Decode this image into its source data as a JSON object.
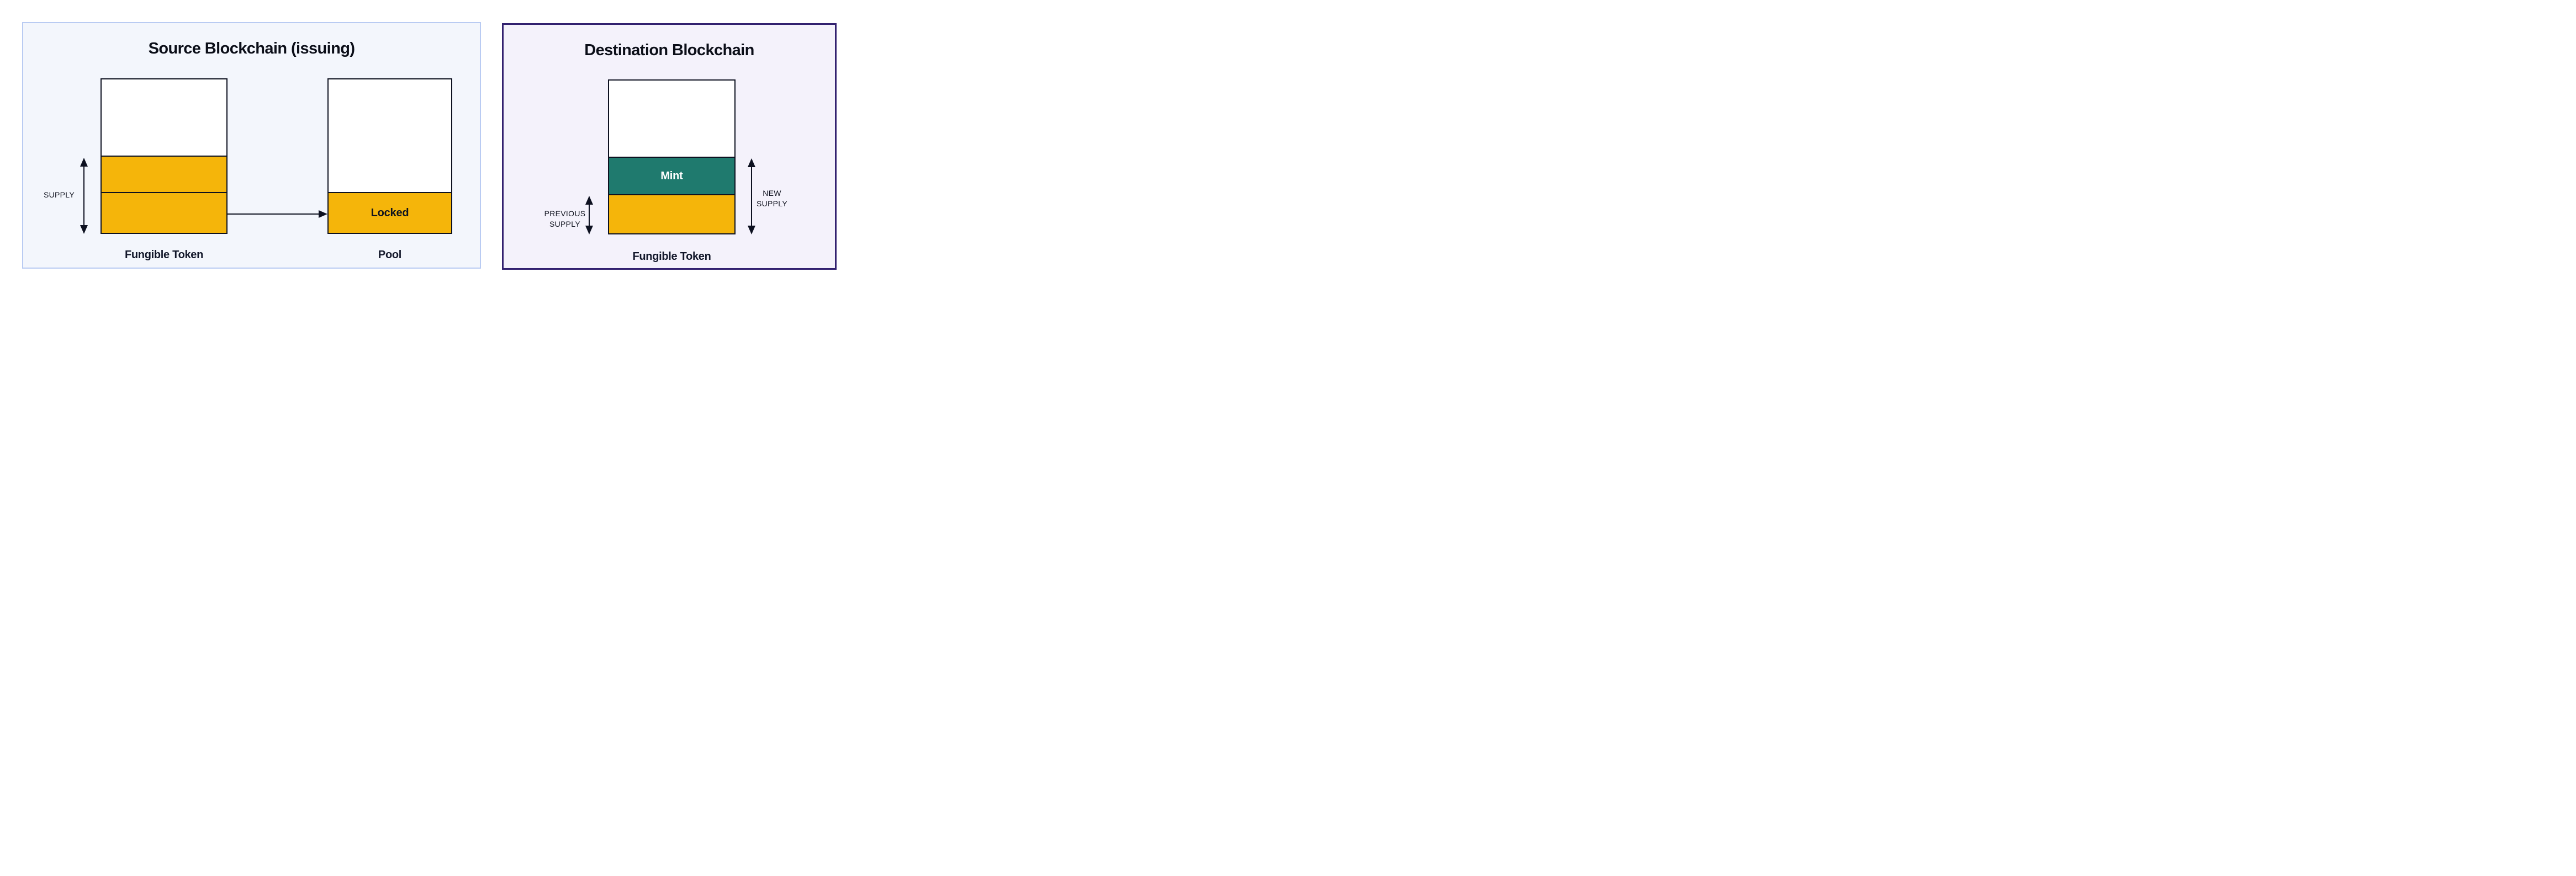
{
  "source_panel": {
    "title": "Source Blockchain (issuing)",
    "supply_label": "SUPPLY",
    "fungible_token_caption": "Fungible Token",
    "pool_caption": "Pool",
    "locked_label": "Locked"
  },
  "destination_panel": {
    "title": "Destination Blockchain",
    "previous_supply_label_lines": [
      "PREVIOUS",
      "SUPPLY"
    ],
    "new_supply_label_lines": [
      "NEW",
      "SUPPLY"
    ],
    "fungible_token_caption": "Fungible Token",
    "mint_label": "Mint"
  },
  "colors": {
    "token_yellow": "#F5B50A",
    "mint_teal": "#1F7A6E",
    "ink": "#0D1120",
    "source_panel_bg": "#F3F6FC",
    "source_panel_border": "#B9CBF2",
    "destination_panel_bg": "#F4F2FB",
    "destination_panel_border": "#32216F"
  }
}
